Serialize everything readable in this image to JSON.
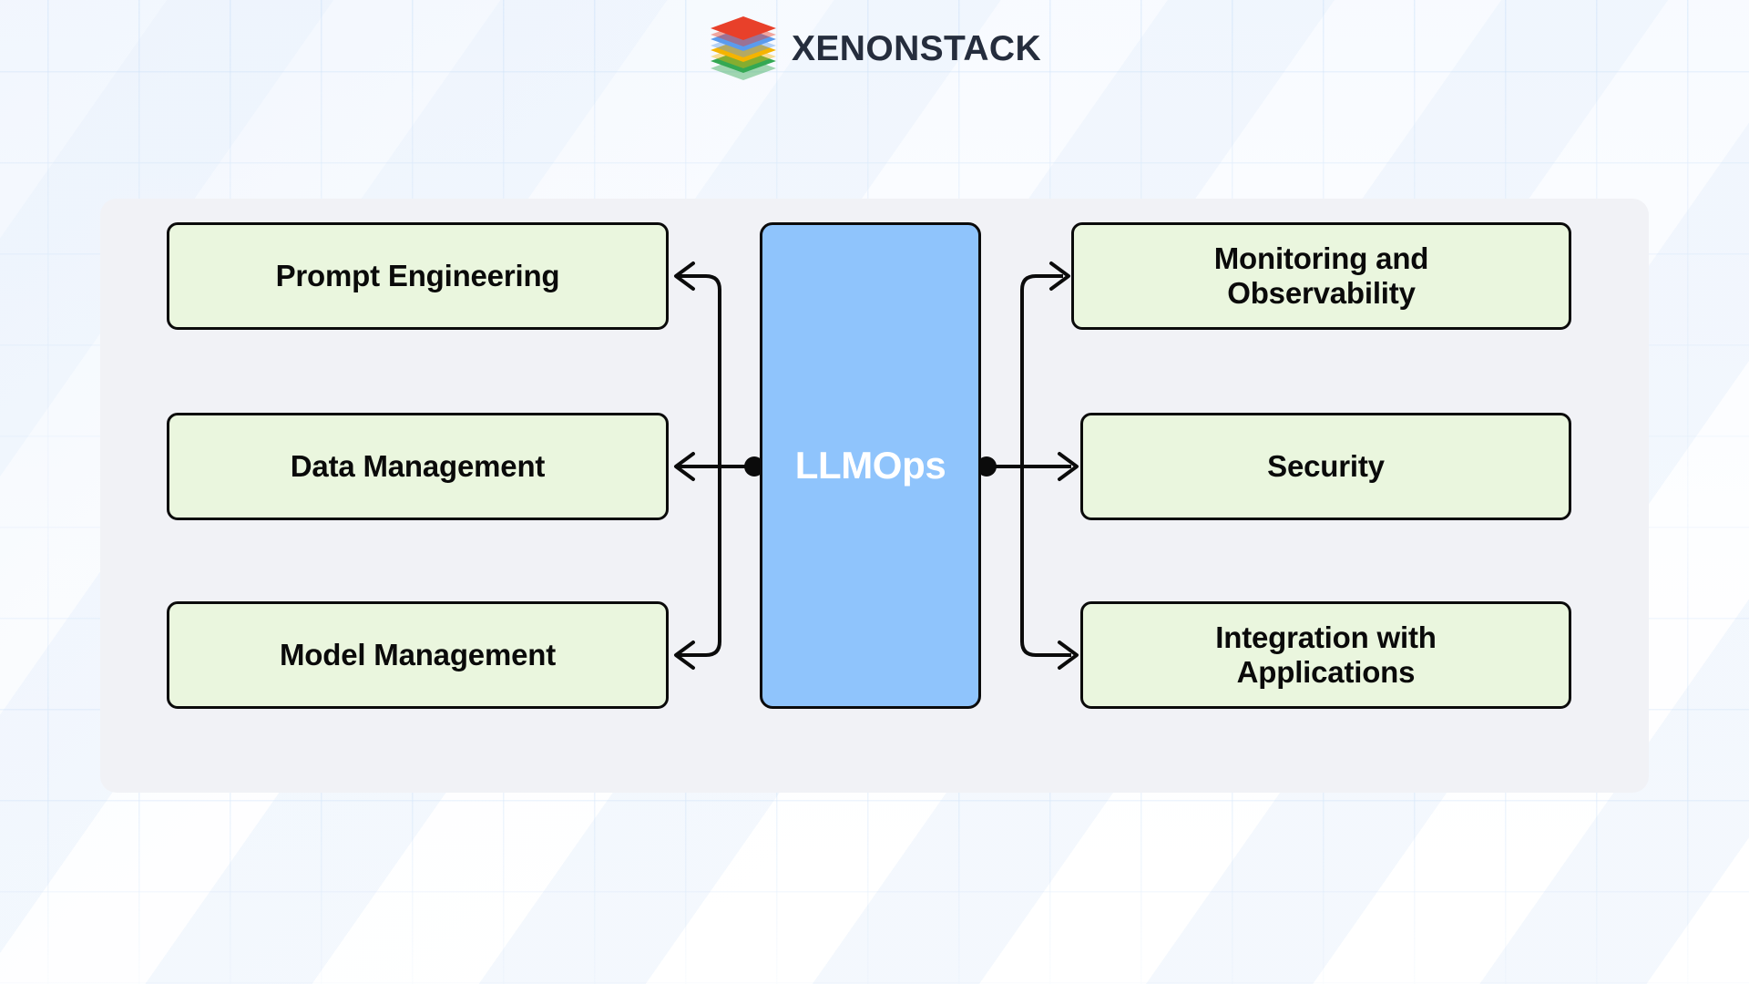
{
  "brand": {
    "name": "XENONSTACK",
    "logo_icon": "stacked-layers-icon",
    "wordmark_color": "#252d3d",
    "layer_colors": [
      "#e8402a",
      "#5b9bed",
      "#f5b400",
      "#34a853"
    ]
  },
  "diagram": {
    "type": "hub-and-spoke",
    "panel_background": "#f1f2f6",
    "center": {
      "label": "LLMOps",
      "fill": "#8fc4fc",
      "text_color": "#ffffff",
      "border_color": "#0b0b0b"
    },
    "node_style": {
      "fill": "#eaf6de",
      "text_color": "#0a0a0a",
      "border_color": "#0b0b0b"
    },
    "left_nodes": [
      {
        "label": "Prompt Engineering",
        "direction": "from-center"
      },
      {
        "label": "Data Management",
        "direction": "from-center"
      },
      {
        "label": "Model Management",
        "direction": "from-center"
      }
    ],
    "right_nodes": [
      {
        "label": "Monitoring and Observability",
        "line1": "Monitoring and",
        "line2": "Observability",
        "direction": "to-node"
      },
      {
        "label": "Security",
        "line1": "Security",
        "line2": "",
        "direction": "to-node"
      },
      {
        "label": "Integration with Applications",
        "line1": "Integration with",
        "line2": "Applications",
        "direction": "to-node"
      }
    ],
    "connector_color": "#0b0b0b"
  }
}
